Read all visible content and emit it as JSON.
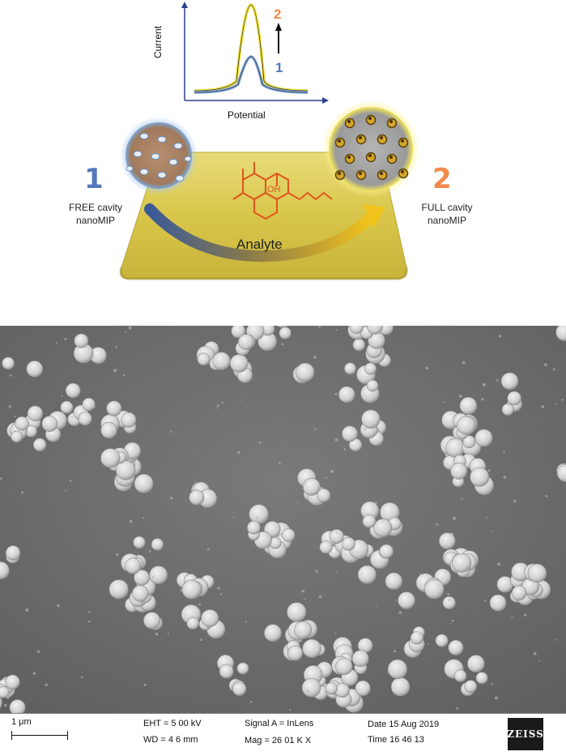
{
  "schematic": {
    "plot": {
      "ylabel": "Current",
      "xlabel": "Potential",
      "peak_label_full": "2",
      "peak_label_free": "1"
    },
    "free_state": {
      "number": "1",
      "caption_line1": "FREE cavity",
      "caption_line2": "nanoMIP"
    },
    "full_state": {
      "number": "2",
      "caption_line1": "FULL cavity",
      "caption_line2": "nanoMIP"
    },
    "arrow_label": "Analyte",
    "molecule_label": "OH",
    "colors": {
      "free_blue": "#5577bb",
      "full_orange": "#f08a4b",
      "molecule": "#e0541e",
      "platform": "#d9c54a"
    }
  },
  "sem_info": {
    "scale_bar": "1 μm",
    "eht": "EHT =  5 00 kV",
    "wd": "WD =  4 6 mm",
    "signal": "Signal A = InLens",
    "mag": "Mag =   26 01 K X",
    "date": "Date  15 Aug 2019",
    "time": "Time  16 46 13",
    "logo": "ZEISS"
  }
}
